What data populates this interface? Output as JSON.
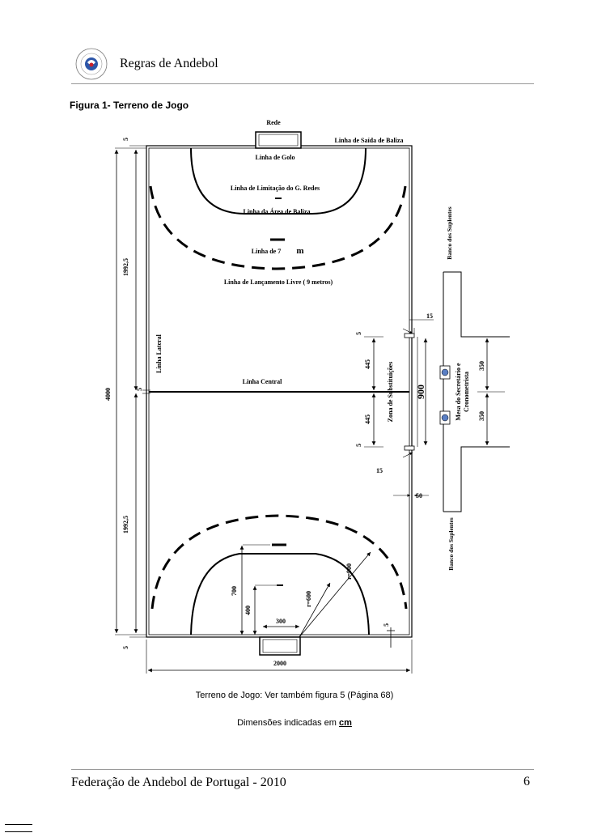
{
  "header": {
    "title": "Regras de Andebol",
    "logo_icon": "federation-seal-icon"
  },
  "figure": {
    "title": "Figura 1- Terreno de Jogo",
    "labels": {
      "rede": "Rede",
      "linha_saida_baliza": "Linha de Saída de Baliza",
      "linha_golo": "Linha de Golo",
      "linha_limitacao": "Linha de Limitação do G. Redes",
      "linha_area": "Linha da Área de Baliza",
      "linha_7m": "Linha de 7",
      "linha_7m_unit": "m",
      "linha_lancamento": "Linha de Lançamento Livre ( 9 metros)",
      "linha_lateral": "Linha Lateral",
      "linha_central": "Linha Central",
      "zona_substituicoes": "Zona de Substituições",
      "banco_suplentes_top": "Banco dos Suplentes",
      "banco_suplentes_bottom": "Banco dos Suplentes",
      "mesa_line1": "Mesa do Secretário e",
      "mesa_line2": "Cronometrista"
    },
    "dimensions": {
      "d5_top": "5",
      "d1992_top": "1992,5",
      "d4000": "4000",
      "d5_center": "5",
      "d1992_bottom": "1992,5",
      "d5_bottom": "5",
      "d2000": "2000",
      "d300": "300",
      "d700": "700",
      "d400": "400",
      "r600": "r=600",
      "r900": "r=900",
      "d5_goal_right": "5",
      "d15_top": "15",
      "d15_bottom": "15",
      "d5_sub_top": "5",
      "d445_top": "445",
      "d445_bottom": "445",
      "d5_sub_bottom": "5",
      "d900": "900",
      "d350_top": "350",
      "d350_bottom": "350",
      "d50": "50"
    }
  },
  "captions": {
    "line1": "Terreno de Jogo: Ver também figura 5 (Página 68)",
    "line2_prefix": "Dimensões indicadas em ",
    "line2_unit": "cm"
  },
  "footer": {
    "left": "Federação de Andebol de Portugal - 2010",
    "page_number": "6"
  }
}
